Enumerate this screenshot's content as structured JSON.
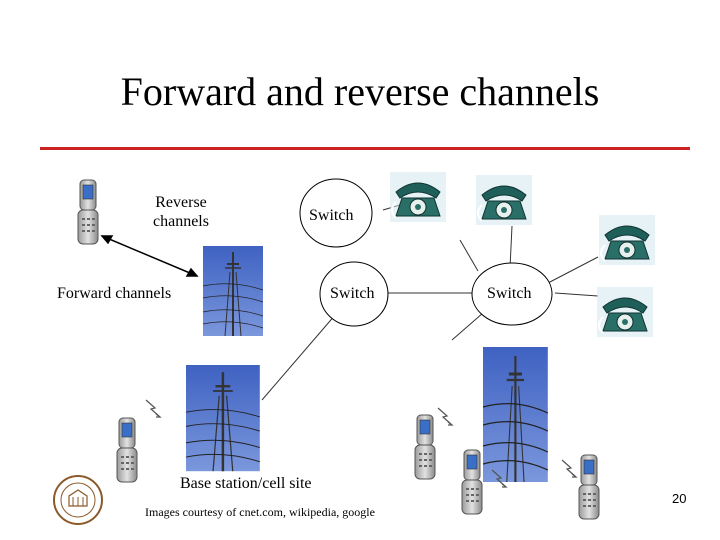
{
  "title": "Forward and reverse channels",
  "labels": {
    "reverse_channels": "Reverse\nchannels",
    "forward_channels": "Forward channels",
    "switch_1": "Switch",
    "switch_2": "Switch",
    "switch_3": "Switch",
    "base_station": "Base station/cell site"
  },
  "credit": "Images courtesy of cnet.com, wikipedia, google",
  "page_number": "20",
  "icons": {
    "cellphone": "flip-phone-icon",
    "tower": "cell-tower-photo",
    "telephone": "rotary-telephone-icon",
    "logo": "university-seal-logo"
  },
  "colors": {
    "title_rule": "#cc2222",
    "sky": "#5577cc",
    "telephone": "#1f5f5a"
  }
}
